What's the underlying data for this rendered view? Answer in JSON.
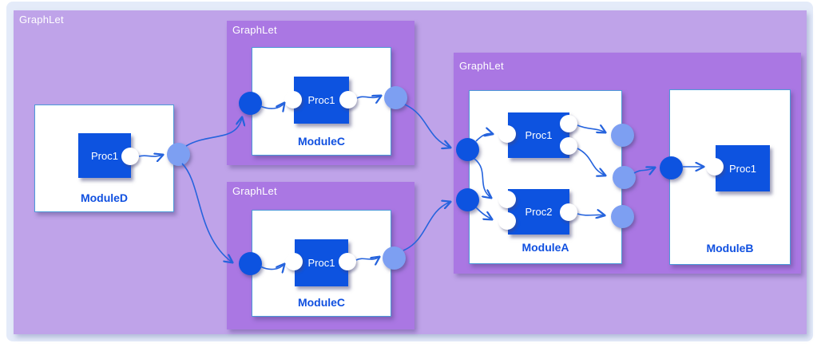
{
  "colors": {
    "outer_bg": "#e4ebf9",
    "graphlet_fill": "#bfa3e9",
    "nested_graphlet_fill": "#aa77e3",
    "proc_fill": "#0d53e0",
    "dark_node": "#0d53e0",
    "light_node": "#7d9ff2",
    "module_border": "#4d9ad9",
    "module_label": "#1050e0",
    "graphlet_label": "#ffffff",
    "proc_label": "#ffffff",
    "edge": "#2563dd"
  },
  "outer_graphlet": {
    "label": "GraphLet"
  },
  "graphlet_top": {
    "label": "GraphLet"
  },
  "graphlet_bottom": {
    "label": "GraphLet"
  },
  "graphlet_right": {
    "label": "GraphLet"
  },
  "module_d": {
    "label": "ModuleD",
    "proc1": "Proc1"
  },
  "module_c_top": {
    "label": "ModuleC",
    "proc1": "Proc1"
  },
  "module_c_bottom": {
    "label": "ModuleC",
    "proc1": "Proc1"
  },
  "module_a": {
    "label": "ModuleA",
    "proc1": "Proc1",
    "proc2": "Proc2"
  },
  "module_b": {
    "label": "ModuleB",
    "proc1": "Proc1"
  }
}
